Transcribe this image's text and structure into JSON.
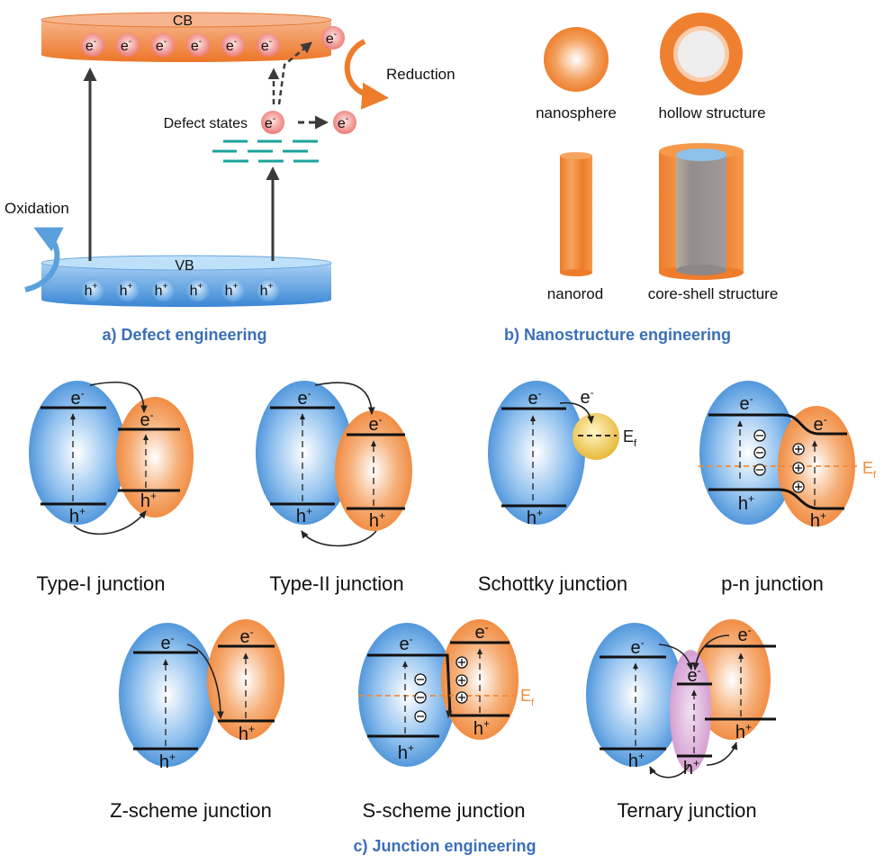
{
  "panel_a": {
    "caption": "a) Defect engineering",
    "cb_label": "CB",
    "vb_label": "VB",
    "electron": "e",
    "electron_sup": "-",
    "hole": "h",
    "hole_sup": "+",
    "electron_count": 6,
    "hole_count": 6,
    "defect_label": "Defect states",
    "reduction_label": "Reduction",
    "oxidation_label": "Oxidation",
    "colors": {
      "cb": "#ef7d2e",
      "vb": "#4a90d9",
      "defect": "#1aa39a",
      "electron": "#f08080"
    }
  },
  "panel_b": {
    "caption": "b) Nanostructure engineering",
    "items": [
      {
        "label": "nanosphere"
      },
      {
        "label": "hollow structure"
      },
      {
        "label": "nanorod"
      },
      {
        "label": "core-shell structure"
      }
    ],
    "colors": {
      "shell": "#f08a2e",
      "core": "#9a9494"
    }
  },
  "panel_c": {
    "caption": "c) Junction engineering",
    "ef_label": "E",
    "ef_sub": "f",
    "e_label": "e",
    "e_sup": "-",
    "h_label": "h",
    "h_sup": "+",
    "junctions": [
      {
        "label": "Type-I junction"
      },
      {
        "label": "Type-II junction"
      },
      {
        "label": "Schottky junction"
      },
      {
        "label": "p-n junction"
      },
      {
        "label": "Z-scheme junction"
      },
      {
        "label": "S-scheme junction"
      },
      {
        "label": "Ternary junction"
      }
    ],
    "colors": {
      "blue": "#3d8ad6",
      "orange": "#ef8030",
      "metal": "#f2c94c",
      "purple": "#d9a3d6",
      "ef_line": "#ef8a3c"
    }
  }
}
